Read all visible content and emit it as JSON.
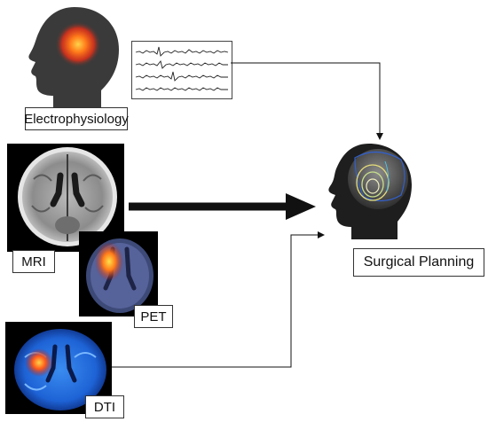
{
  "labels": {
    "electrophysiology": "Electrophysiology",
    "mri": "MRI",
    "pet": "PET",
    "dti": "DTI",
    "surgical_planning": "Surgical Planning"
  },
  "colors": {
    "head_silhouette": "#3a3a3a",
    "hotspot": "#ff5a1a",
    "arrow": "#111111",
    "pet_glow": "#ff8a1a",
    "dti_blue": "#1e63d6"
  }
}
